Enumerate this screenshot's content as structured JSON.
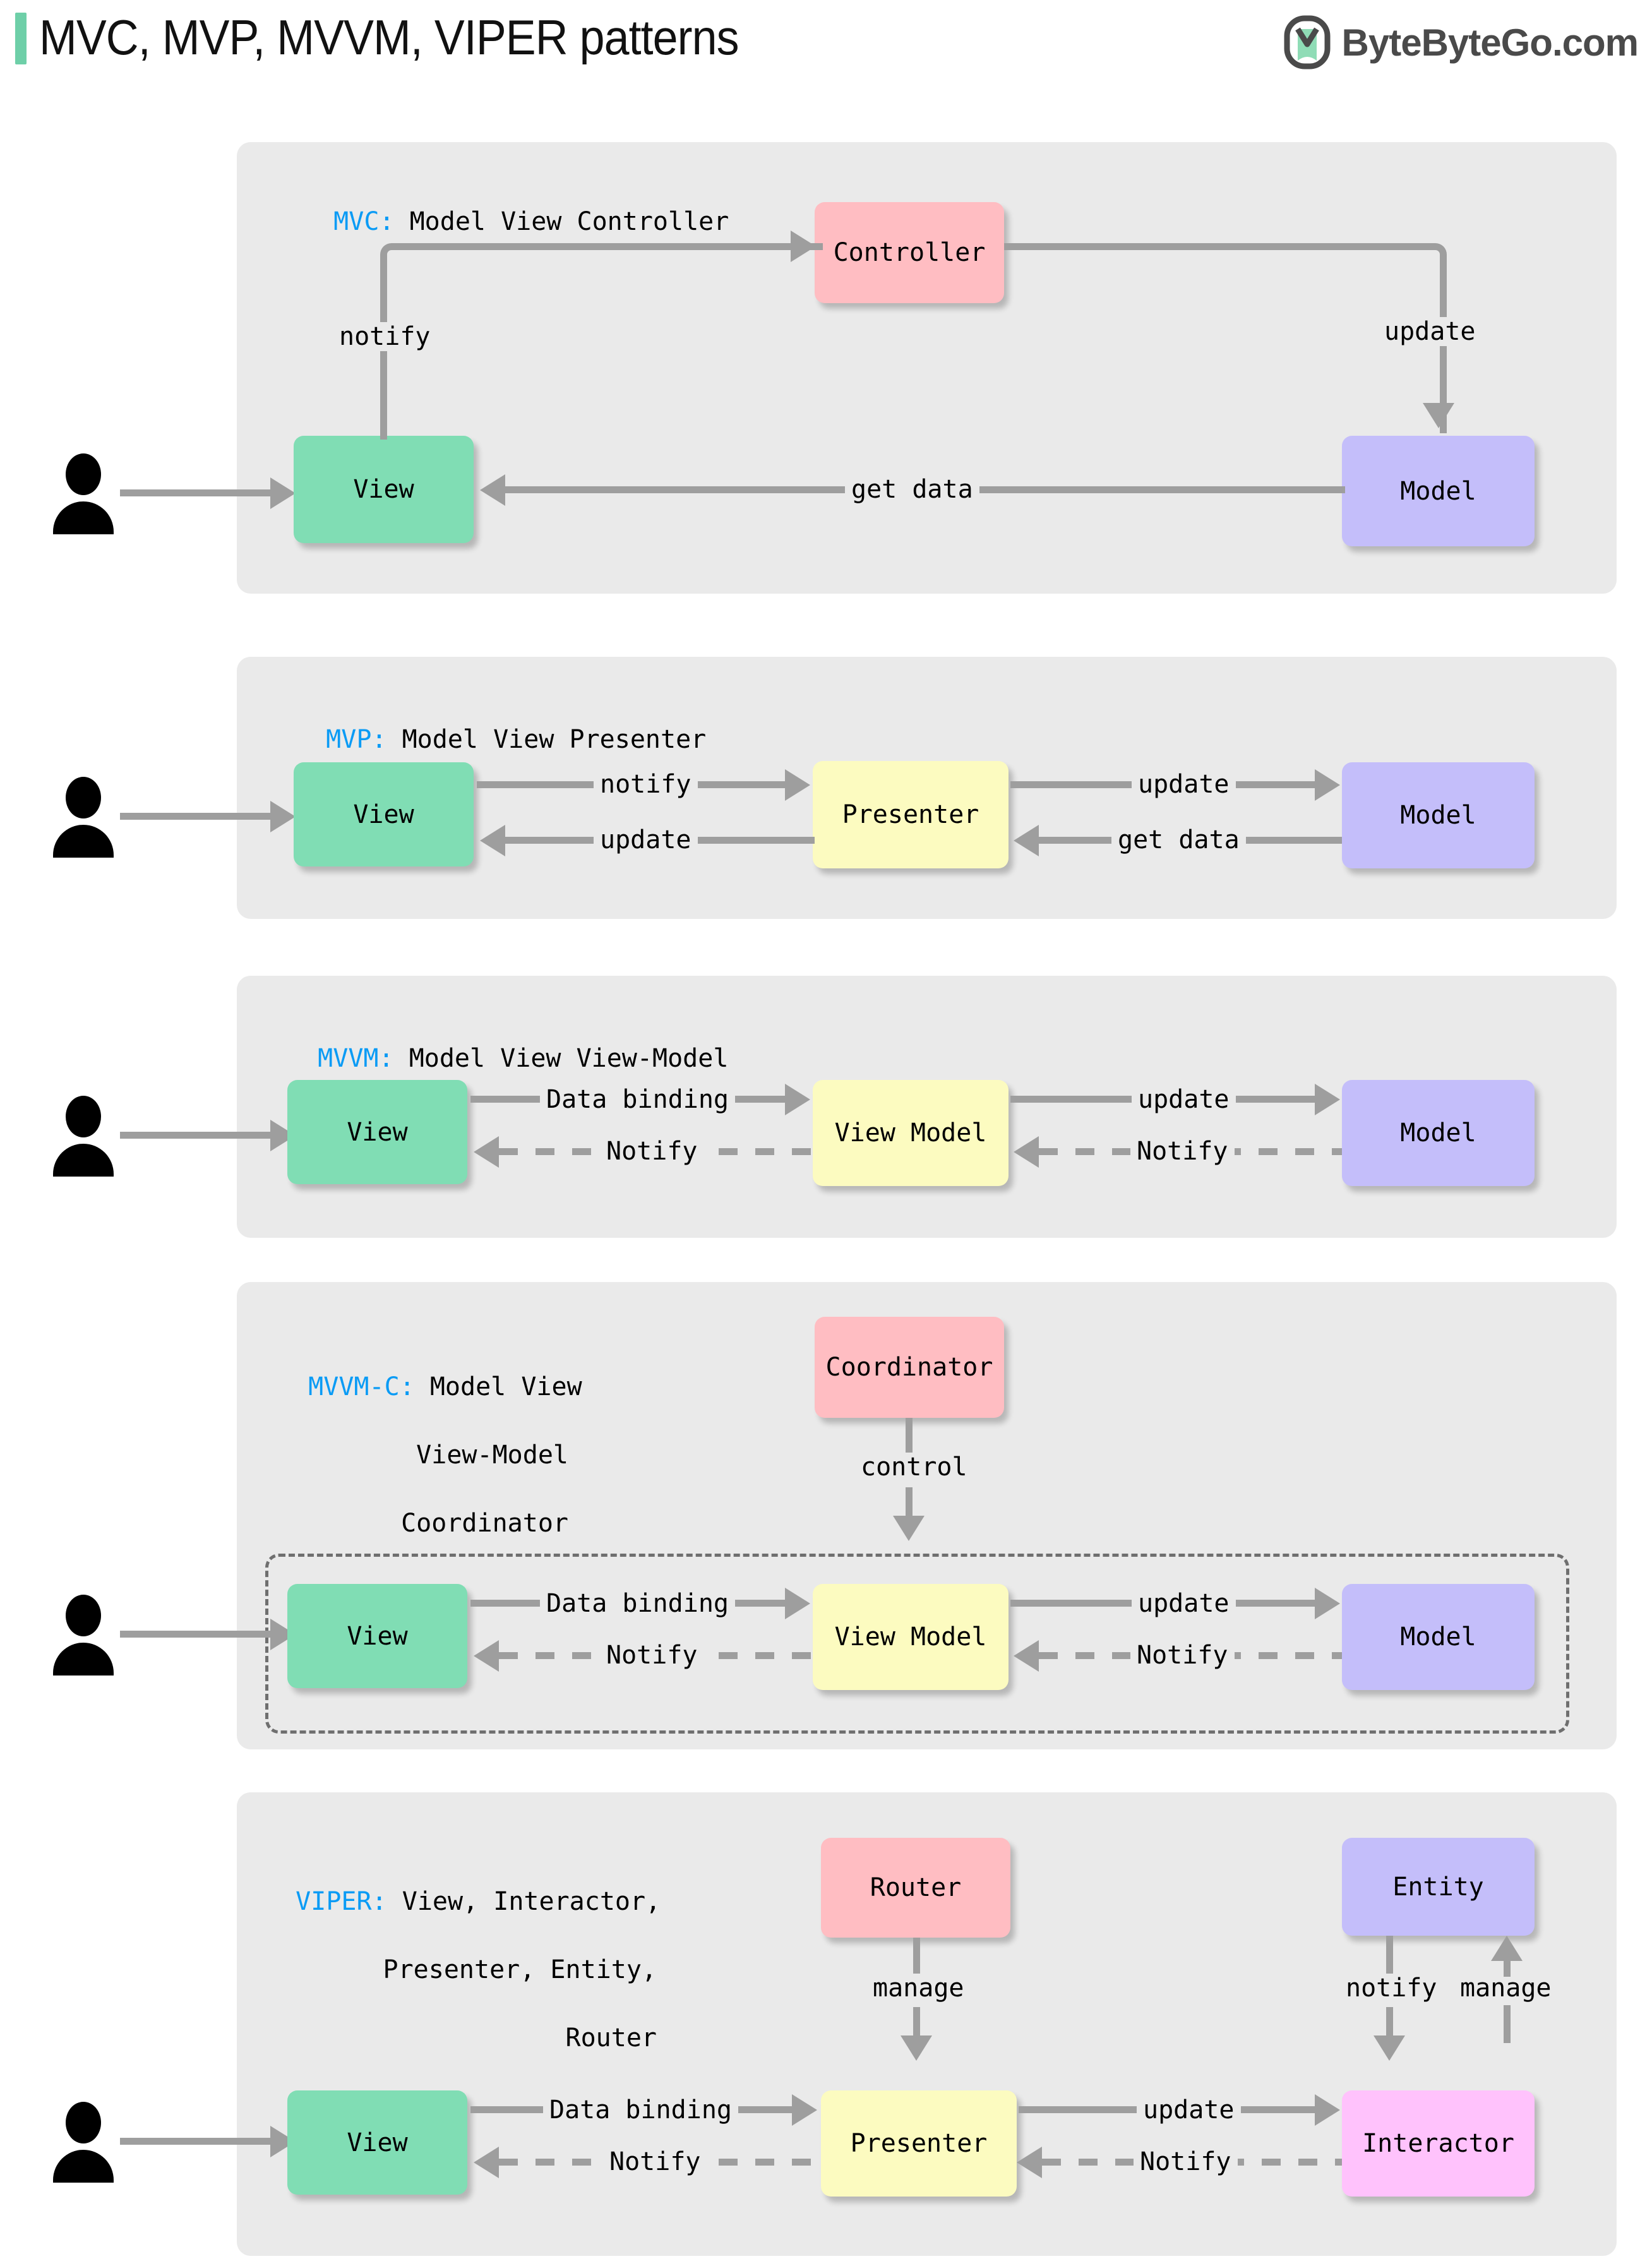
{
  "header": {
    "title": "MVC, MVP, MVVM, VIPER patterns",
    "accent_color": "#6ecfa8",
    "brand_text": "ByteByteGo.com",
    "brand_icon": "bytebytego-leaf-logo"
  },
  "colors": {
    "panel_bg": "#eaeaea",
    "view": "#80DDB4",
    "model": "#C4BEFA",
    "controller": "#FFBDC2",
    "viewmodel": "#FCFBC0",
    "interactor": "#FFC2FC",
    "connector": "#9e9e9e",
    "key_blue": "#0a9bf5"
  },
  "sections": [
    {
      "id": "mvc",
      "key": "MVC:",
      "title_lines": [
        "Model View Controller"
      ],
      "nodes": {
        "view": "View",
        "controller": "Controller",
        "model": "Model"
      },
      "edges": [
        {
          "label": "notify",
          "from": "View",
          "to": "Controller",
          "style": "solid"
        },
        {
          "label": "update",
          "from": "Controller",
          "to": "Model",
          "style": "solid"
        },
        {
          "label": "get data",
          "from": "Model",
          "to": "View",
          "style": "solid"
        }
      ],
      "actor": "user-actor"
    },
    {
      "id": "mvp",
      "key": "MVP:",
      "title_lines": [
        "Model View Presenter"
      ],
      "nodes": {
        "view": "View",
        "presenter": "Presenter",
        "model": "Model"
      },
      "edges": [
        {
          "label": "notify",
          "from": "View",
          "to": "Presenter",
          "style": "solid"
        },
        {
          "label": "update",
          "from": "Presenter",
          "to": "View",
          "style": "solid"
        },
        {
          "label": "update",
          "from": "Presenter",
          "to": "Model",
          "style": "solid"
        },
        {
          "label": "get data",
          "from": "Model",
          "to": "Presenter",
          "style": "solid"
        }
      ],
      "actor": "user-actor"
    },
    {
      "id": "mvvm",
      "key": "MVVM:",
      "title_lines": [
        "Model View View-Model"
      ],
      "nodes": {
        "view": "View",
        "viewmodel": "View Model",
        "model": "Model"
      },
      "edges": [
        {
          "label": "Data binding",
          "from": "View",
          "to": "View Model",
          "style": "solid"
        },
        {
          "label": "Notify",
          "from": "View Model",
          "to": "View",
          "style": "dashed"
        },
        {
          "label": "update",
          "from": "View Model",
          "to": "Model",
          "style": "solid"
        },
        {
          "label": "Notify",
          "from": "Model",
          "to": "View Model",
          "style": "dashed"
        }
      ],
      "actor": "user-actor"
    },
    {
      "id": "mvvmc",
      "key": "MVVM-C:",
      "title_lines": [
        "Model View",
        "View-Model",
        "Coordinator"
      ],
      "nodes": {
        "coordinator": "Coordinator",
        "view": "View",
        "viewmodel": "View Model",
        "model": "Model"
      },
      "edges": [
        {
          "label": "control",
          "from": "Coordinator",
          "to": "View Model",
          "style": "solid"
        },
        {
          "label": "Data binding",
          "from": "View",
          "to": "View Model",
          "style": "solid"
        },
        {
          "label": "Notify",
          "from": "View Model",
          "to": "View",
          "style": "dashed"
        },
        {
          "label": "update",
          "from": "View Model",
          "to": "Model",
          "style": "solid"
        },
        {
          "label": "Notify",
          "from": "Model",
          "to": "View Model",
          "style": "dashed"
        }
      ],
      "grouping_box": "mvvm-group-dashed-container",
      "actor": "user-actor"
    },
    {
      "id": "viper",
      "key": "VIPER:",
      "title_lines": [
        "View, Interactor,",
        "Presenter, Entity,",
        "Router"
      ],
      "nodes": {
        "router": "Router",
        "entity": "Entity",
        "view": "View",
        "presenter": "Presenter",
        "interactor": "Interactor"
      },
      "edges": [
        {
          "label": "manage",
          "from": "Router",
          "to": "Presenter",
          "style": "solid"
        },
        {
          "label": "notify",
          "from": "Entity",
          "to": "Interactor",
          "style": "solid"
        },
        {
          "label": "manage",
          "from": "Interactor",
          "to": "Entity",
          "style": "solid"
        },
        {
          "label": "Data binding",
          "from": "View",
          "to": "Presenter",
          "style": "solid"
        },
        {
          "label": "Notify",
          "from": "Presenter",
          "to": "View",
          "style": "dashed"
        },
        {
          "label": "update",
          "from": "Presenter",
          "to": "Interactor",
          "style": "solid"
        },
        {
          "label": "Notify",
          "from": "Interactor",
          "to": "Presenter",
          "style": "dashed"
        }
      ],
      "actor": "user-actor"
    }
  ]
}
